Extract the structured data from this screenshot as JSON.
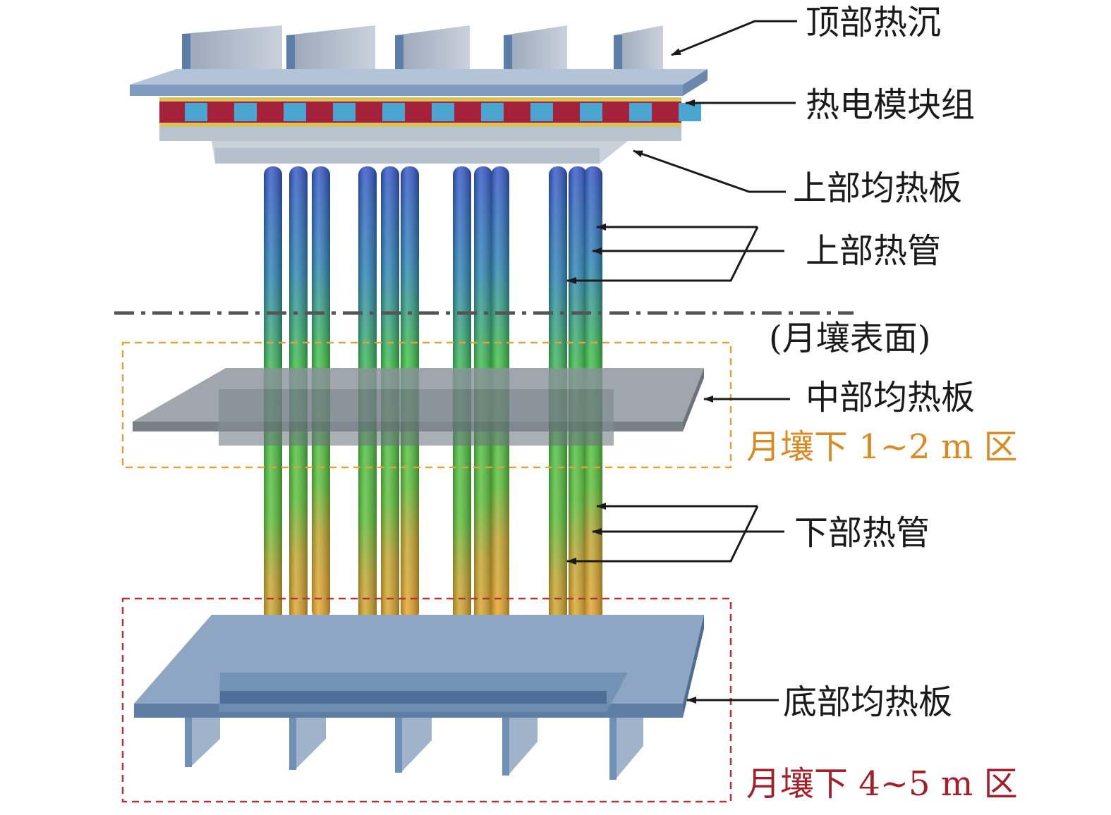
{
  "labels": {
    "top_heat_sink": "顶部热沉",
    "thermoelectric_modules": "热电模块组",
    "upper_vapor_chamber": "上部均热板",
    "upper_heat_pipe": "上部热管",
    "lunar_surface": "(月壤表面)",
    "middle_vapor_chamber": "中部均热板",
    "zone_1_2m": "月壤下 1~2 m 区",
    "lower_heat_pipe": "下部热管",
    "bottom_vapor_chamber": "底部均热板",
    "zone_4_5m": "月壤下 4~5 m 区"
  },
  "colors": {
    "plate_blue": "#8ea9c9",
    "plate_edge": "#5d7b9d",
    "te_red": "#a3213a",
    "te_blue": "#4aa6d1",
    "pipe_top": "#3557c8",
    "pipe_mid": "#3fbf4a",
    "pipe_bottom": "#e7a22b",
    "zone_orange": "#e3a13a",
    "zone_red": "#b5303a",
    "middle_plate": "#6f7880"
  }
}
